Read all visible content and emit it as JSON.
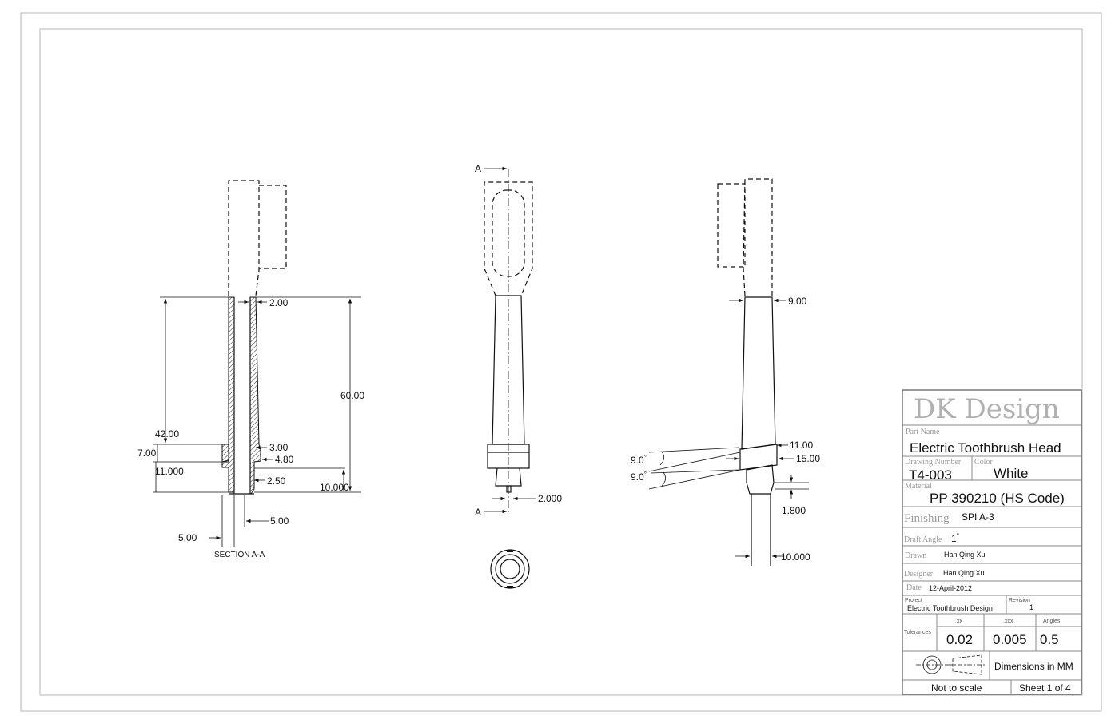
{
  "views": {
    "section": {
      "dims": {
        "wall": "2.00",
        "overall_length": "60.00",
        "bore_depth": "42.00",
        "collar_height": "7.00",
        "tip_length": "11.000",
        "collar_step": "3.00",
        "collar_dia": "4.80",
        "tip_step": "2.50",
        "tip_length_right": "10.000",
        "bore_dia_right": "5.00",
        "bore_dia_left": "5.00"
      },
      "label": "SECTION A-A"
    },
    "front": {
      "section_marker_top": "A",
      "section_marker_bottom": "A",
      "tip_dim": "2.000"
    },
    "side": {
      "top_width": "9.00",
      "collar_top": "11.00",
      "collar_width": "15.00",
      "angle_upper": "9.0",
      "angle_lower": "9.0",
      "degree_symbol": "°",
      "tip_step": "1.800",
      "tip_length": "10.000"
    }
  },
  "title_block": {
    "firm": "DK Design",
    "part_name_caption": "Part Name",
    "part_name": "Electric Toothbrush Head",
    "drawing_number_caption": "Drawing Number",
    "drawing_number": "T4-003",
    "color_caption": "Color",
    "color": "White",
    "material_caption": "Material",
    "material": "PP 390210 (HS Code)",
    "finishing_caption": "Finishing",
    "finishing": "SPI A-3",
    "draft_angle_caption": "Draft Angle",
    "draft_angle": "1",
    "draft_angle_unit": "°",
    "drawn_caption": "Drawn",
    "drawn": "Han Qing Xu",
    "designer_caption": "Designer",
    "designer": "Han Qing Xu",
    "date_caption": "Date",
    "date": "12-April-2012",
    "project_caption": "Project",
    "project": "Electric Toothbrush Design",
    "revision_caption": "Revision",
    "revision": "1",
    "tolerances_caption": "Tolerances",
    "tol_headers": [
      ".xx",
      ".xxx",
      "Angles"
    ],
    "tol_values": [
      "0.02",
      "0.005",
      "0.5"
    ],
    "dimensions_note": "Dimensions in MM",
    "scale_note": "Not to scale",
    "sheet_note": "Sheet 1 of 4"
  }
}
